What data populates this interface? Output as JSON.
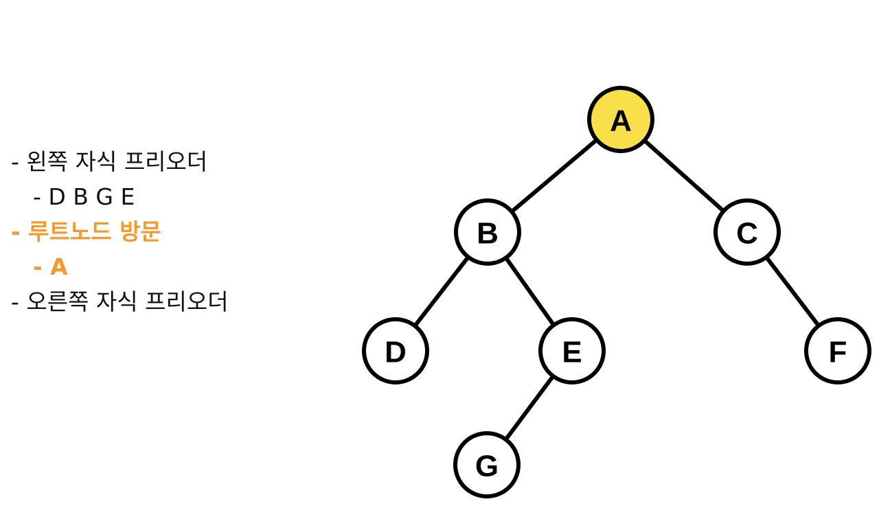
{
  "steps": [
    {
      "text": "- 왼쪽 자식 프리오더",
      "indent": false,
      "highlight": false
    },
    {
      "text": "- D B G E",
      "indent": true,
      "highlight": false
    },
    {
      "text": "- 루트노드 방문",
      "indent": false,
      "highlight": true
    },
    {
      "text": "- A",
      "indent": true,
      "highlight": true
    },
    {
      "text": "- 오른쪽 자식 프리오더",
      "indent": false,
      "highlight": false
    }
  ],
  "tree": {
    "nodes": [
      {
        "id": "A",
        "label": "A",
        "highlight": true
      },
      {
        "id": "B",
        "label": "B",
        "highlight": false
      },
      {
        "id": "C",
        "label": "C",
        "highlight": false
      },
      {
        "id": "D",
        "label": "D",
        "highlight": false
      },
      {
        "id": "E",
        "label": "E",
        "highlight": false
      },
      {
        "id": "F",
        "label": "F",
        "highlight": false
      },
      {
        "id": "G",
        "label": "G",
        "highlight": false
      }
    ],
    "edges": [
      {
        "from": "A",
        "to": "B"
      },
      {
        "from": "A",
        "to": "C"
      },
      {
        "from": "B",
        "to": "D"
      },
      {
        "from": "B",
        "to": "E"
      },
      {
        "from": "C",
        "to": "F"
      },
      {
        "from": "E",
        "to": "G"
      }
    ]
  },
  "colors": {
    "highlight_text": "#F39A2E",
    "highlight_node_fill": "#F9E04B",
    "node_fill": "#FFFFFF",
    "stroke": "#000000",
    "text": "#111111"
  }
}
